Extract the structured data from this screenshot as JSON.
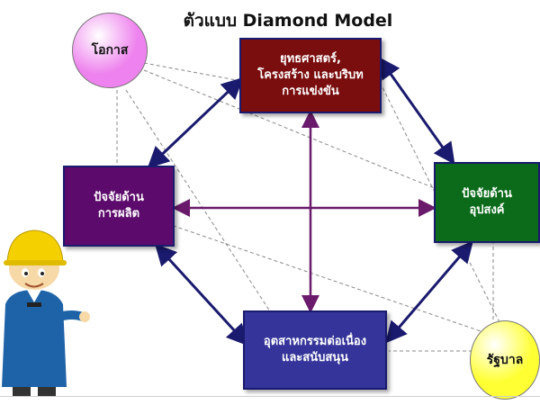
{
  "title": "ตัวแบบ Diamond Model",
  "boxes": {
    "strategy": {
      "label": "ยุทธศาสตร์,\nโครงสร้าง และบริบท\nการแข่งขัน",
      "color": "#7a0d0d"
    },
    "factor": {
      "label": "ปัจจัยด้าน\nการผลิต",
      "color": "#5c0a6b"
    },
    "demand": {
      "label": "ปัจจัยด้าน\nอุปสงค์",
      "color": "#0b6b1a"
    },
    "industries": {
      "label": "อุตสาหกรรมต่อเนื่อง\nและสนับสนุน",
      "color": "#34349a"
    }
  },
  "circles": {
    "chance": {
      "label": "โอกาส",
      "color": "#ee82ee"
    },
    "government": {
      "label": "รัฐบาล",
      "color": "#ffff33"
    }
  },
  "colors": {
    "arrow_blue": "#1a1a6e",
    "arrow_purple": "#6a1a6a",
    "dashed": "#888888"
  },
  "icons": {
    "figure": "construction-worker-icon"
  }
}
